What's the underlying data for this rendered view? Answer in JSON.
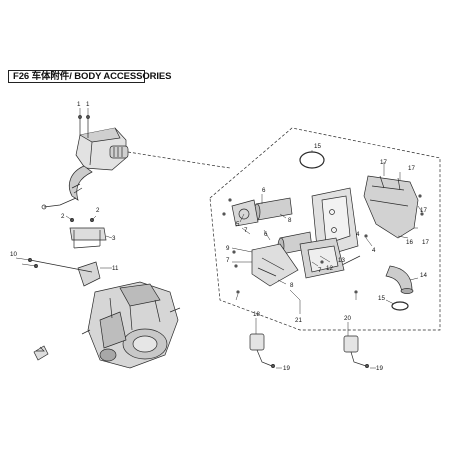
{
  "title": "F26 车体附件/ BODY ACCESSORIES",
  "callouts": [
    "1",
    "1",
    "2",
    "2",
    "3",
    "4",
    "4",
    "5",
    "6",
    "6",
    "7",
    "7",
    "7",
    "8",
    "8",
    "9",
    "10",
    "11",
    "12",
    "13",
    "14",
    "15",
    "15",
    "16",
    "17",
    "17",
    "17",
    "17",
    "18",
    "19",
    "19",
    "20",
    "21"
  ],
  "colors": {
    "line": "#2a2a2a",
    "fill": "#dcdcdc",
    "dark": "#6e6e6e",
    "text": "#111111"
  },
  "icons": [
    "front-arrow-icon"
  ]
}
